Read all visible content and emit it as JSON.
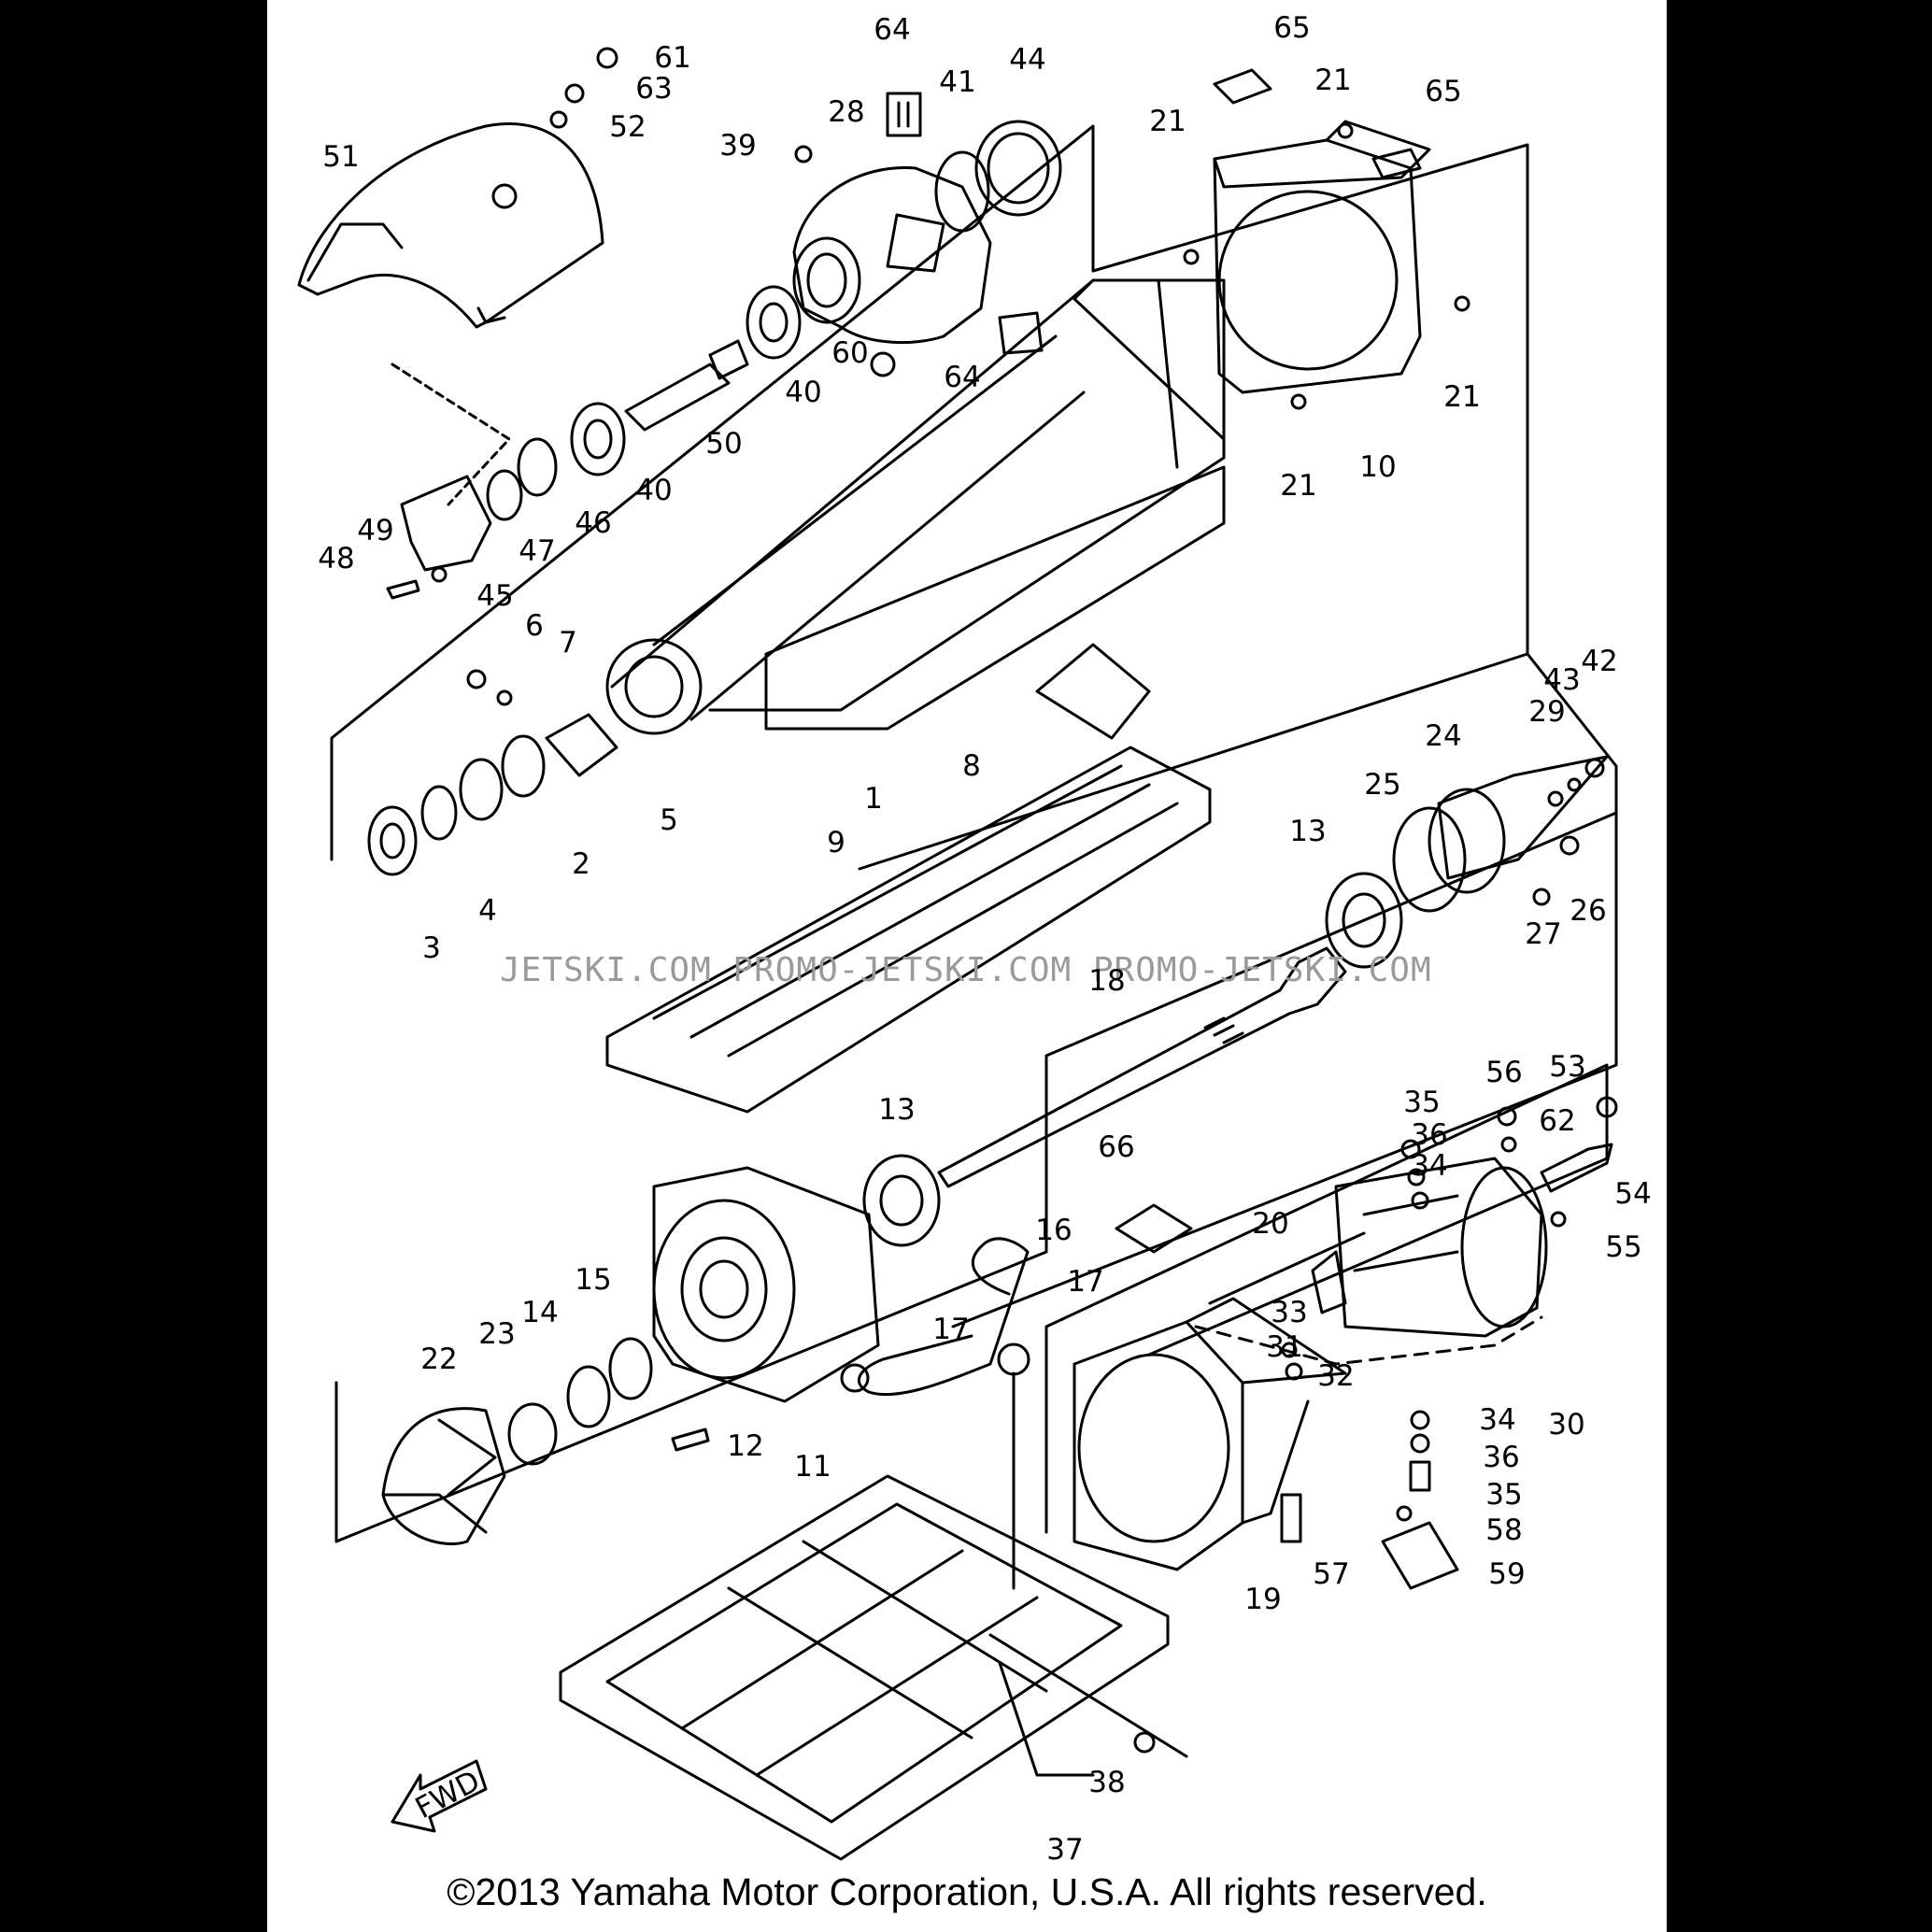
{
  "diagram": {
    "part_numbers": [
      "61",
      "63",
      "52",
      "51",
      "64",
      "28",
      "39",
      "41",
      "44",
      "65",
      "21",
      "21",
      "65",
      "21",
      "60",
      "40",
      "64",
      "21",
      "10",
      "21",
      "50",
      "40",
      "46",
      "47",
      "49",
      "48",
      "45",
      "6",
      "7",
      "5",
      "1",
      "8",
      "2",
      "4",
      "3",
      "9",
      "13",
      "25",
      "24",
      "29",
      "43",
      "42",
      "27",
      "26",
      "18",
      "13",
      "56",
      "53",
      "35",
      "36",
      "62",
      "34",
      "54",
      "55",
      "66",
      "16",
      "20",
      "17",
      "17",
      "33",
      "31",
      "32",
      "23",
      "14",
      "15",
      "22",
      "12",
      "11",
      "34",
      "36",
      "30",
      "35",
      "58",
      "57",
      "19",
      "59",
      "38",
      "37"
    ],
    "watermark": "JETSKI.COM  PROMO-JETSKI.COM  PROMO-JETSKI.COM",
    "fwd_label": "FWD"
  },
  "footer": {
    "copyright": "©2013 Yamaha Motor Corporation, U.S.A. All rights reserved."
  },
  "colors": {
    "ink": "#000000",
    "paper": "#ffffff",
    "border": "#000000",
    "watermark": "#9a9a9a"
  }
}
